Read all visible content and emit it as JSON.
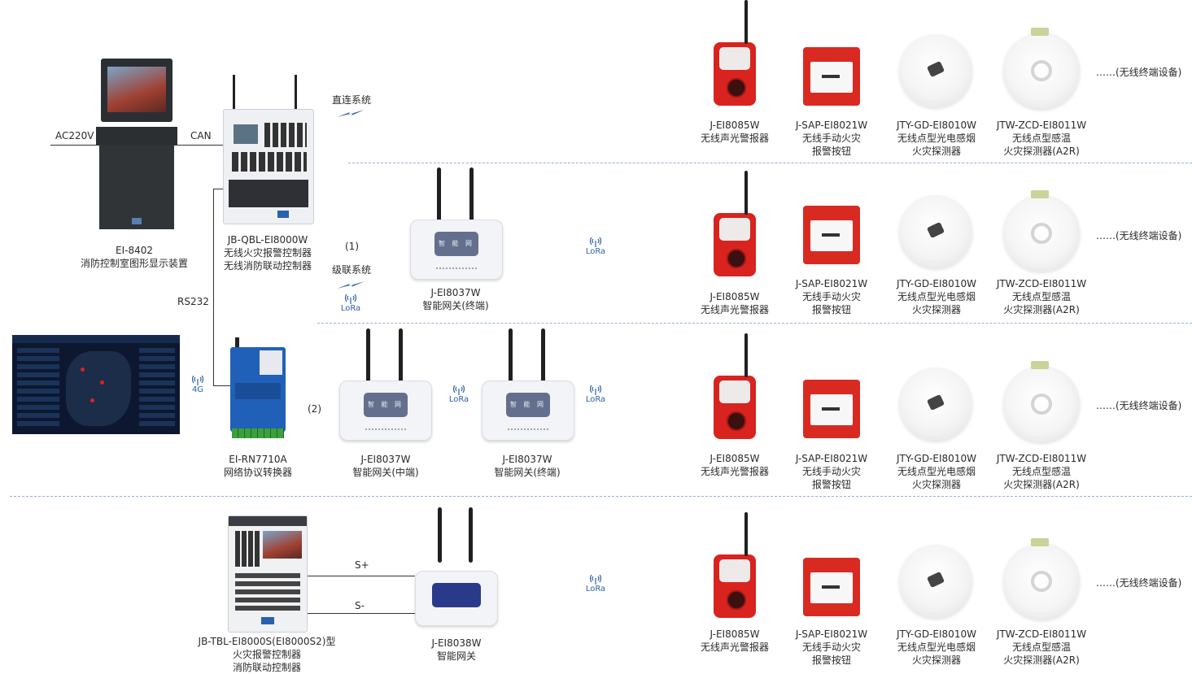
{
  "colors": {
    "line": "#333333",
    "divider": "#9ab0cf",
    "lora_blue": "#2f5fa8",
    "device_red": "#d8231f"
  },
  "wiring": {
    "ac220v": "AC220V",
    "can": "CAN",
    "rs232": "RS232",
    "s_plus": "S+",
    "s_minus": "S-"
  },
  "labels": {
    "direct_system": "直连系统",
    "cascade_no": "(1)",
    "cascade_system": "级联系统",
    "route2_no": "(2)",
    "lora": "LoRa",
    "g4": "4G",
    "more_devices": "……(无线终端设备)"
  },
  "equipment": {
    "display": {
      "model": "EI-8402",
      "name": "消防控制室图形显示装置"
    },
    "controller": {
      "model": "JB-QBL-EI8000W",
      "line1": "无线火灾报警控制器",
      "line2": "无线消防联动控制器"
    },
    "converter": {
      "model": "EI-RN7710A",
      "name": "网络协议转换器"
    },
    "gw_terminal": {
      "model": "J-EI8037W",
      "name": "智能网关(终端)"
    },
    "gw_middle": {
      "model": "J-EI8037W",
      "name": "智能网关(中端)"
    },
    "gw_8038": {
      "model": "J-EI8038W",
      "name": "智能网关"
    },
    "tbl": {
      "model": "JB-TBL-EI8000S(EI8000S2)型",
      "line1": "火灾报警控制器",
      "line2": "消防联动控制器"
    },
    "gateway_panel_text": "智 能 网 关"
  },
  "devices": {
    "alarm": {
      "model": "J-EI8085W",
      "name": "无线声光警报器"
    },
    "mcp": {
      "model": "J-SAP-EI8021W",
      "line1": "无线手动火灾",
      "line2": "报警按钮"
    },
    "smoke": {
      "model": "JTY-GD-EI8010W",
      "line1": "无线点型光电感烟",
      "line2": "火灾探测器"
    },
    "heat": {
      "model": "JTW-ZCD-EI8011W",
      "line1": "无线点型感温",
      "line2": "火灾探测器(A2R)"
    }
  }
}
